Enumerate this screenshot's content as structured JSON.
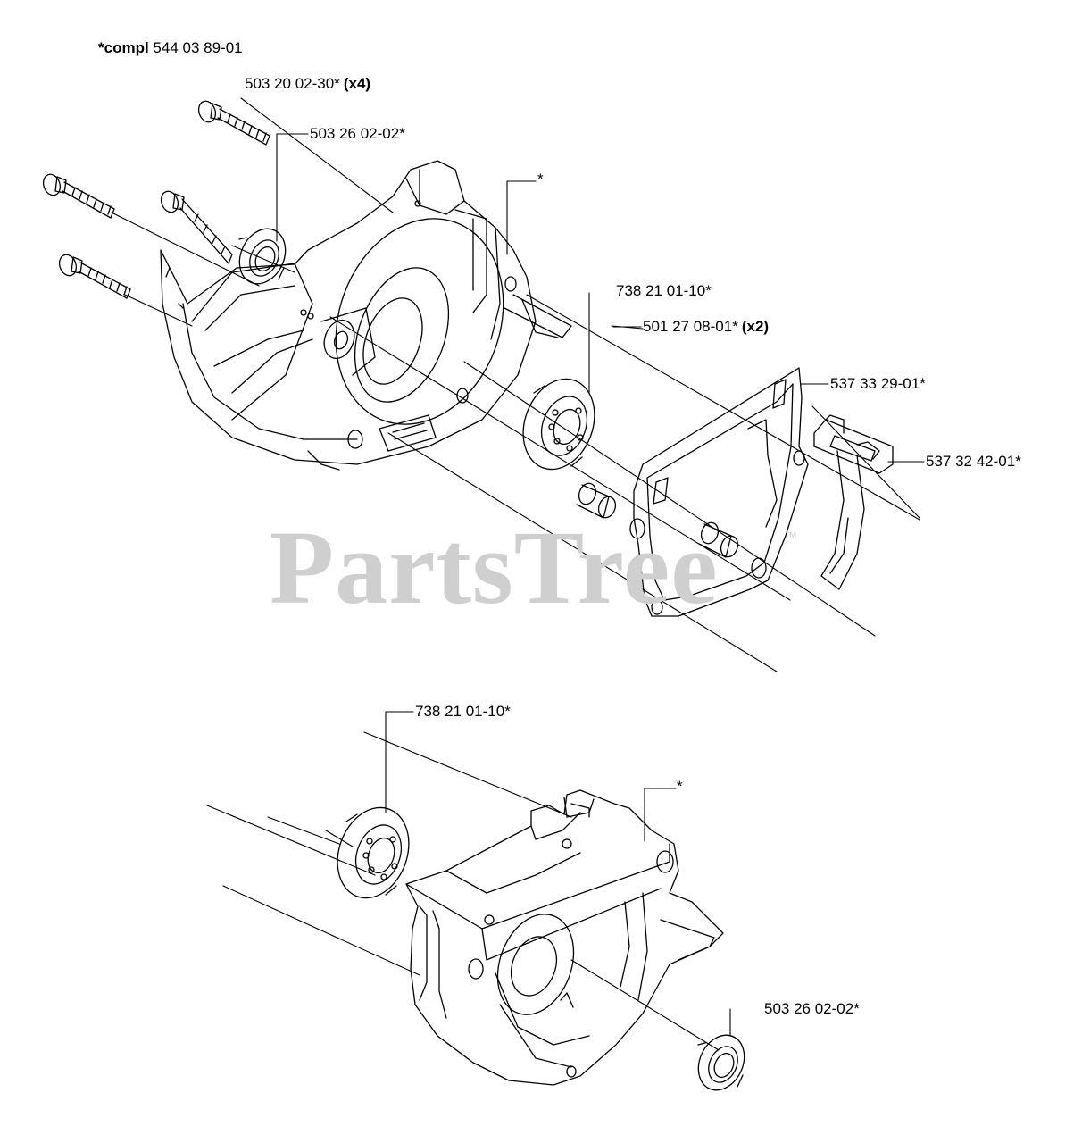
{
  "header": {
    "compl_prefix": "*compl",
    "compl_number": "544 03 89-01"
  },
  "watermark": {
    "text": "PartsTree",
    "tm": "™"
  },
  "callouts": {
    "screw": {
      "number": "503 20 02-30*",
      "qty": "(x4)"
    },
    "seal_top": {
      "number": "503 26 02-02*"
    },
    "star_top": {
      "number": "*"
    },
    "bearing_top": {
      "number": "738 21 01-10*"
    },
    "sleeve": {
      "number": "501 27 08-01*",
      "qty": "(x2)"
    },
    "gasket": {
      "number": "537 33 29-01*"
    },
    "clip": {
      "number": "537 32 42-01*"
    },
    "bearing_bottom": {
      "number": "738 21 01-10*"
    },
    "star_bottom": {
      "number": "*"
    },
    "seal_bottom": {
      "number": "503 26 02-02*"
    }
  }
}
